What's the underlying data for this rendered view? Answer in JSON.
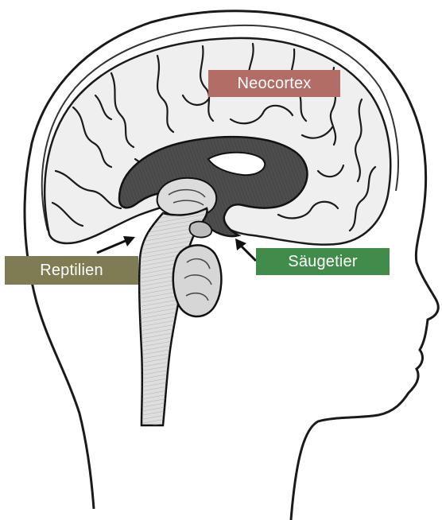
{
  "labels": {
    "neocortex": {
      "text": "Neocortex",
      "color": "#b26d66"
    },
    "reptilien": {
      "text": "Reptilien",
      "color": "#7f7b52"
    },
    "saeugetier": {
      "text": "Säugetier",
      "color": "#418b4b"
    }
  },
  "colors": {
    "outline": "#1a1a1a",
    "head_fill": "#ffffff",
    "cortex_fill": "#efefef",
    "limbic_fill": "#4d4d4d",
    "stem_fill": "#dedede"
  }
}
